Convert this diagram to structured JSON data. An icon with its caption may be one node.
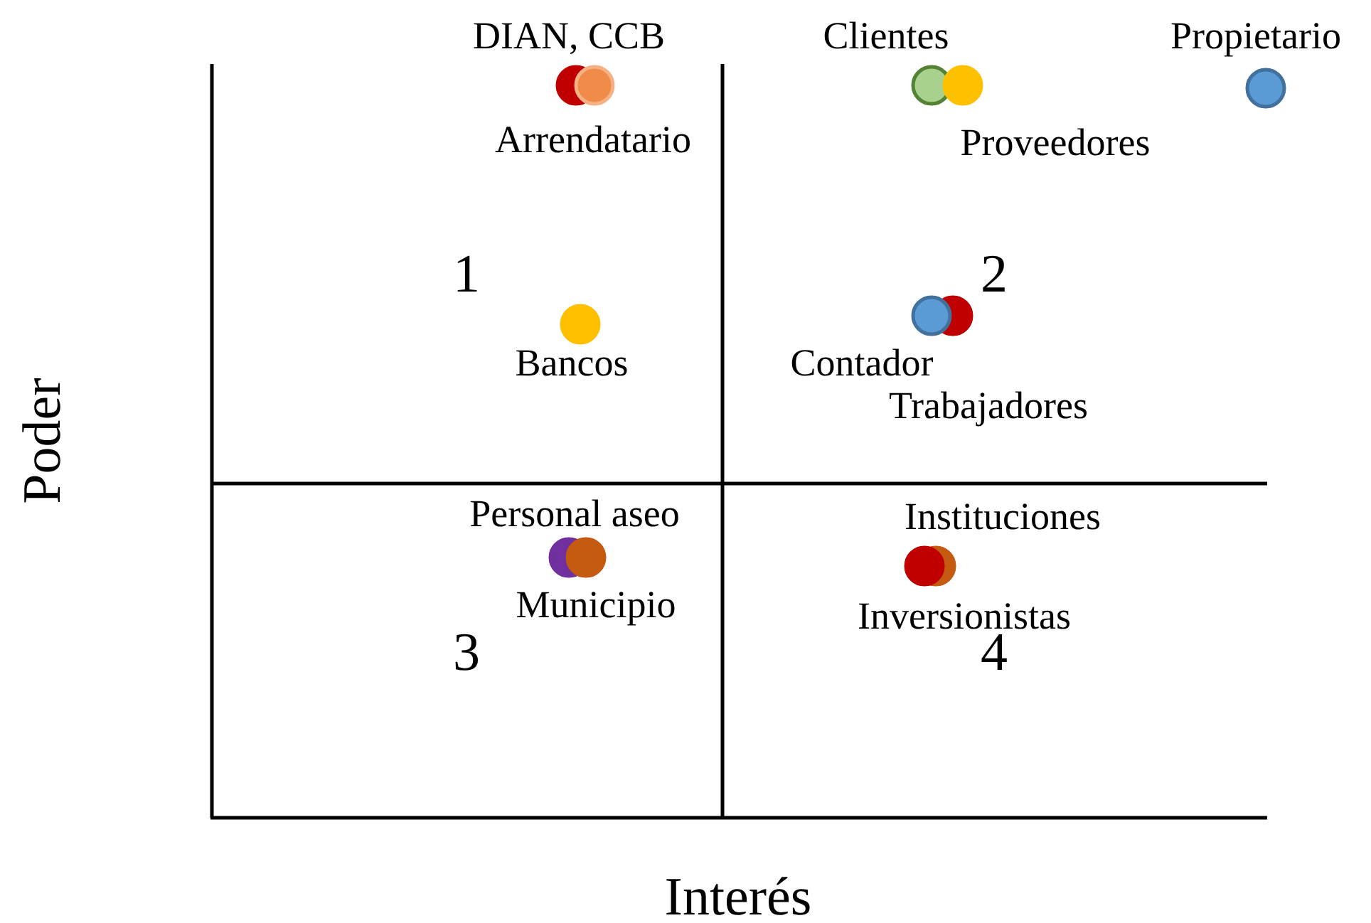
{
  "diagram": {
    "labels": [
      "DIAN, CCB",
      "Clientes",
      "Propietario",
      "Arrendatario",
      "Proveedores",
      "1",
      "2",
      "Bancos",
      "Contador",
      "Trabajadores",
      "Personal aseo",
      "Instituciones",
      "Municipio",
      "Inversionistas",
      "3",
      "4",
      "Poder",
      "Interés"
    ]
  }
}
